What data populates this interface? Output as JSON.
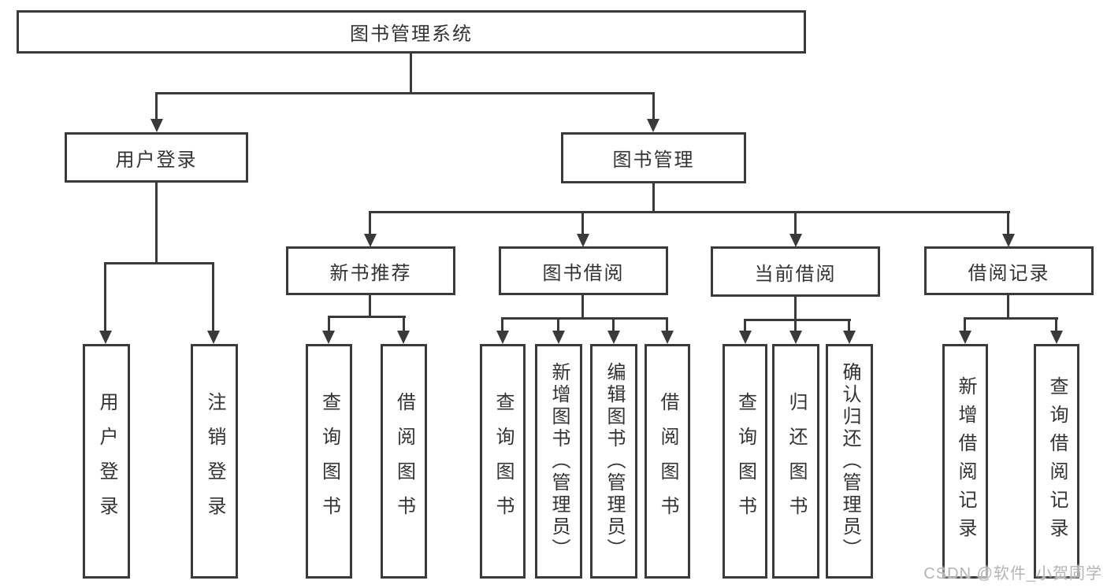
{
  "diagram": {
    "title": "图书管理系统",
    "branches": {
      "user_login": {
        "label": "用户登录",
        "children": [
          "用户登录",
          "注销登录"
        ]
      },
      "book_mgmt": {
        "label": "图书管理",
        "sections": {
          "new_books": {
            "label": "新书推荐",
            "children": [
              "查询图书",
              "借阅图书"
            ]
          },
          "book_borrow": {
            "label": "图书借阅",
            "children": [
              "查询图书",
              "新增图书（管理员）",
              "编辑图书（管理员）",
              "借阅图书"
            ]
          },
          "current_borrow": {
            "label": "当前借阅",
            "children": [
              "查询图书",
              "归还图书",
              "确认归还（管理员）"
            ]
          },
          "borrow_records": {
            "label": "借阅记录",
            "children": [
              "新增借阅记录",
              "查询借阅记录"
            ]
          }
        }
      }
    }
  },
  "watermark": {
    "text": "CSDN @软件_小贺同学"
  },
  "colors": {
    "line": "#3a3a3a",
    "text": "#333333",
    "watermark": "#b5b5b5",
    "background": "#ffffff"
  }
}
